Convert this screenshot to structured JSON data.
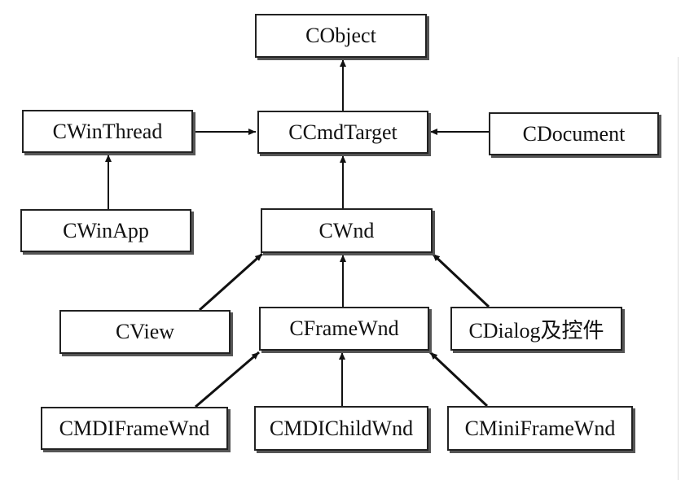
{
  "classes": {
    "cobject": "CObject",
    "cwinthread": "CWinThread",
    "ccmdtarget": "CCmdTarget",
    "cdocument": "CDocument",
    "cwinapp": "CWinApp",
    "cwnd": "CWnd",
    "cview": "CView",
    "cframewnd": "CFrameWnd",
    "cdialog": "CDialog及控件",
    "cmdiframewnd": "CMDIFrameWnd",
    "cmdichildwnd": "CMDIChildWnd",
    "cminiframewnd": "CMiniFrameWnd"
  },
  "edges": [
    {
      "from": "ccmdtarget",
      "to": "cobject"
    },
    {
      "from": "cwinthread",
      "to": "ccmdtarget"
    },
    {
      "from": "cdocument",
      "to": "ccmdtarget"
    },
    {
      "from": "cwinapp",
      "to": "cwinthread"
    },
    {
      "from": "cwnd",
      "to": "ccmdtarget"
    },
    {
      "from": "cview",
      "to": "cwnd"
    },
    {
      "from": "cframewnd",
      "to": "cwnd"
    },
    {
      "from": "cdialog",
      "to": "cwnd"
    },
    {
      "from": "cmdiframewnd",
      "to": "cframewnd"
    },
    {
      "from": "cmdichildwnd",
      "to": "cframewnd"
    },
    {
      "from": "cminiframewnd",
      "to": "cframewnd"
    }
  ]
}
